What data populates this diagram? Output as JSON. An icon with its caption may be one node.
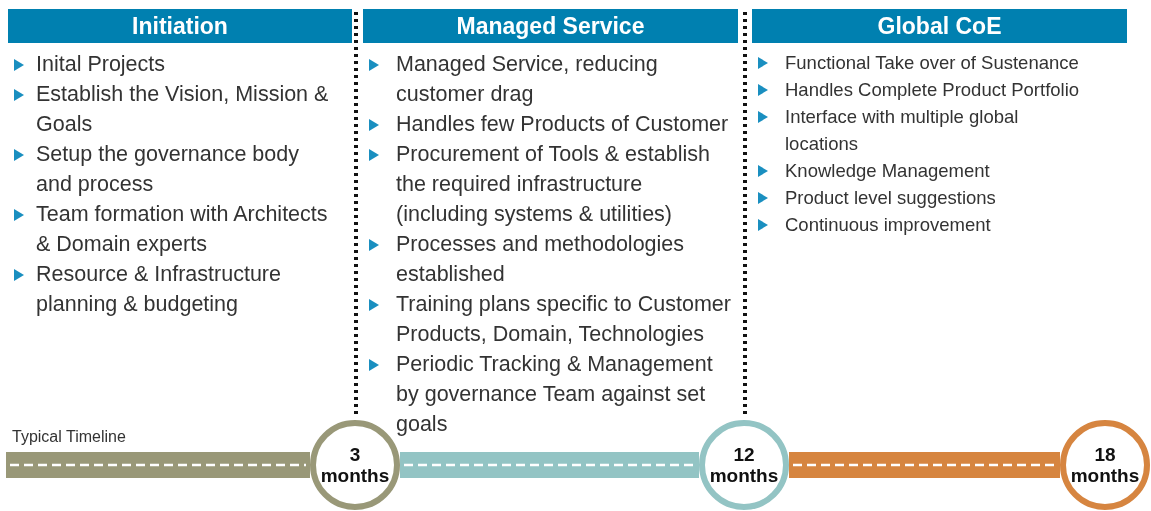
{
  "diagram": {
    "nodes": [
      {
        "text": [
          "Initiation",
          "Inital Projects",
          "Establish the Vision, Mission & Goals",
          "Setup the governance body and process",
          "Team formation with Architects & Domain experts",
          "Resource & Infrastructure planning & budgeting"
        ]
      },
      {
        "text": [
          "Managed Service",
          "Managed Service, reducing customer drag",
          "Handles few Products of Customer",
          "Procurement of Tools & establish the required infrastructure (including systems & utilities)",
          "Processes and methodologies established",
          "Training plans specific to Customer Products, Domain, Technologies",
          "Periodic Tracking & Management by governance Team against set goals"
        ]
      },
      {
        "text": [
          "Global CoE",
          "Functional Take over of Sustenance",
          "Handles Complete Product Portfolio",
          "Interface with multiple global locations",
          "Knowledge Management",
          "Product level suggestions",
          "Continuous improvement"
        ]
      },
      {
        "text": [
          "3 months"
        ]
      },
      {
        "text": [
          "12 months"
        ]
      },
      {
        "text": [
          "18 months"
        ]
      }
    ],
    "edges": [
      {
        "from": null,
        "to": 3,
        "arrow": "none",
        "color": "#999878"
      },
      {
        "from": 3,
        "to": 4,
        "arrow": "none",
        "color": "#93c4c4"
      },
      {
        "from": 4,
        "to": 5,
        "arrow": "none",
        "color": "#d68540"
      }
    ],
    "labels": [
      "Typical Timeline"
    ]
  }
}
